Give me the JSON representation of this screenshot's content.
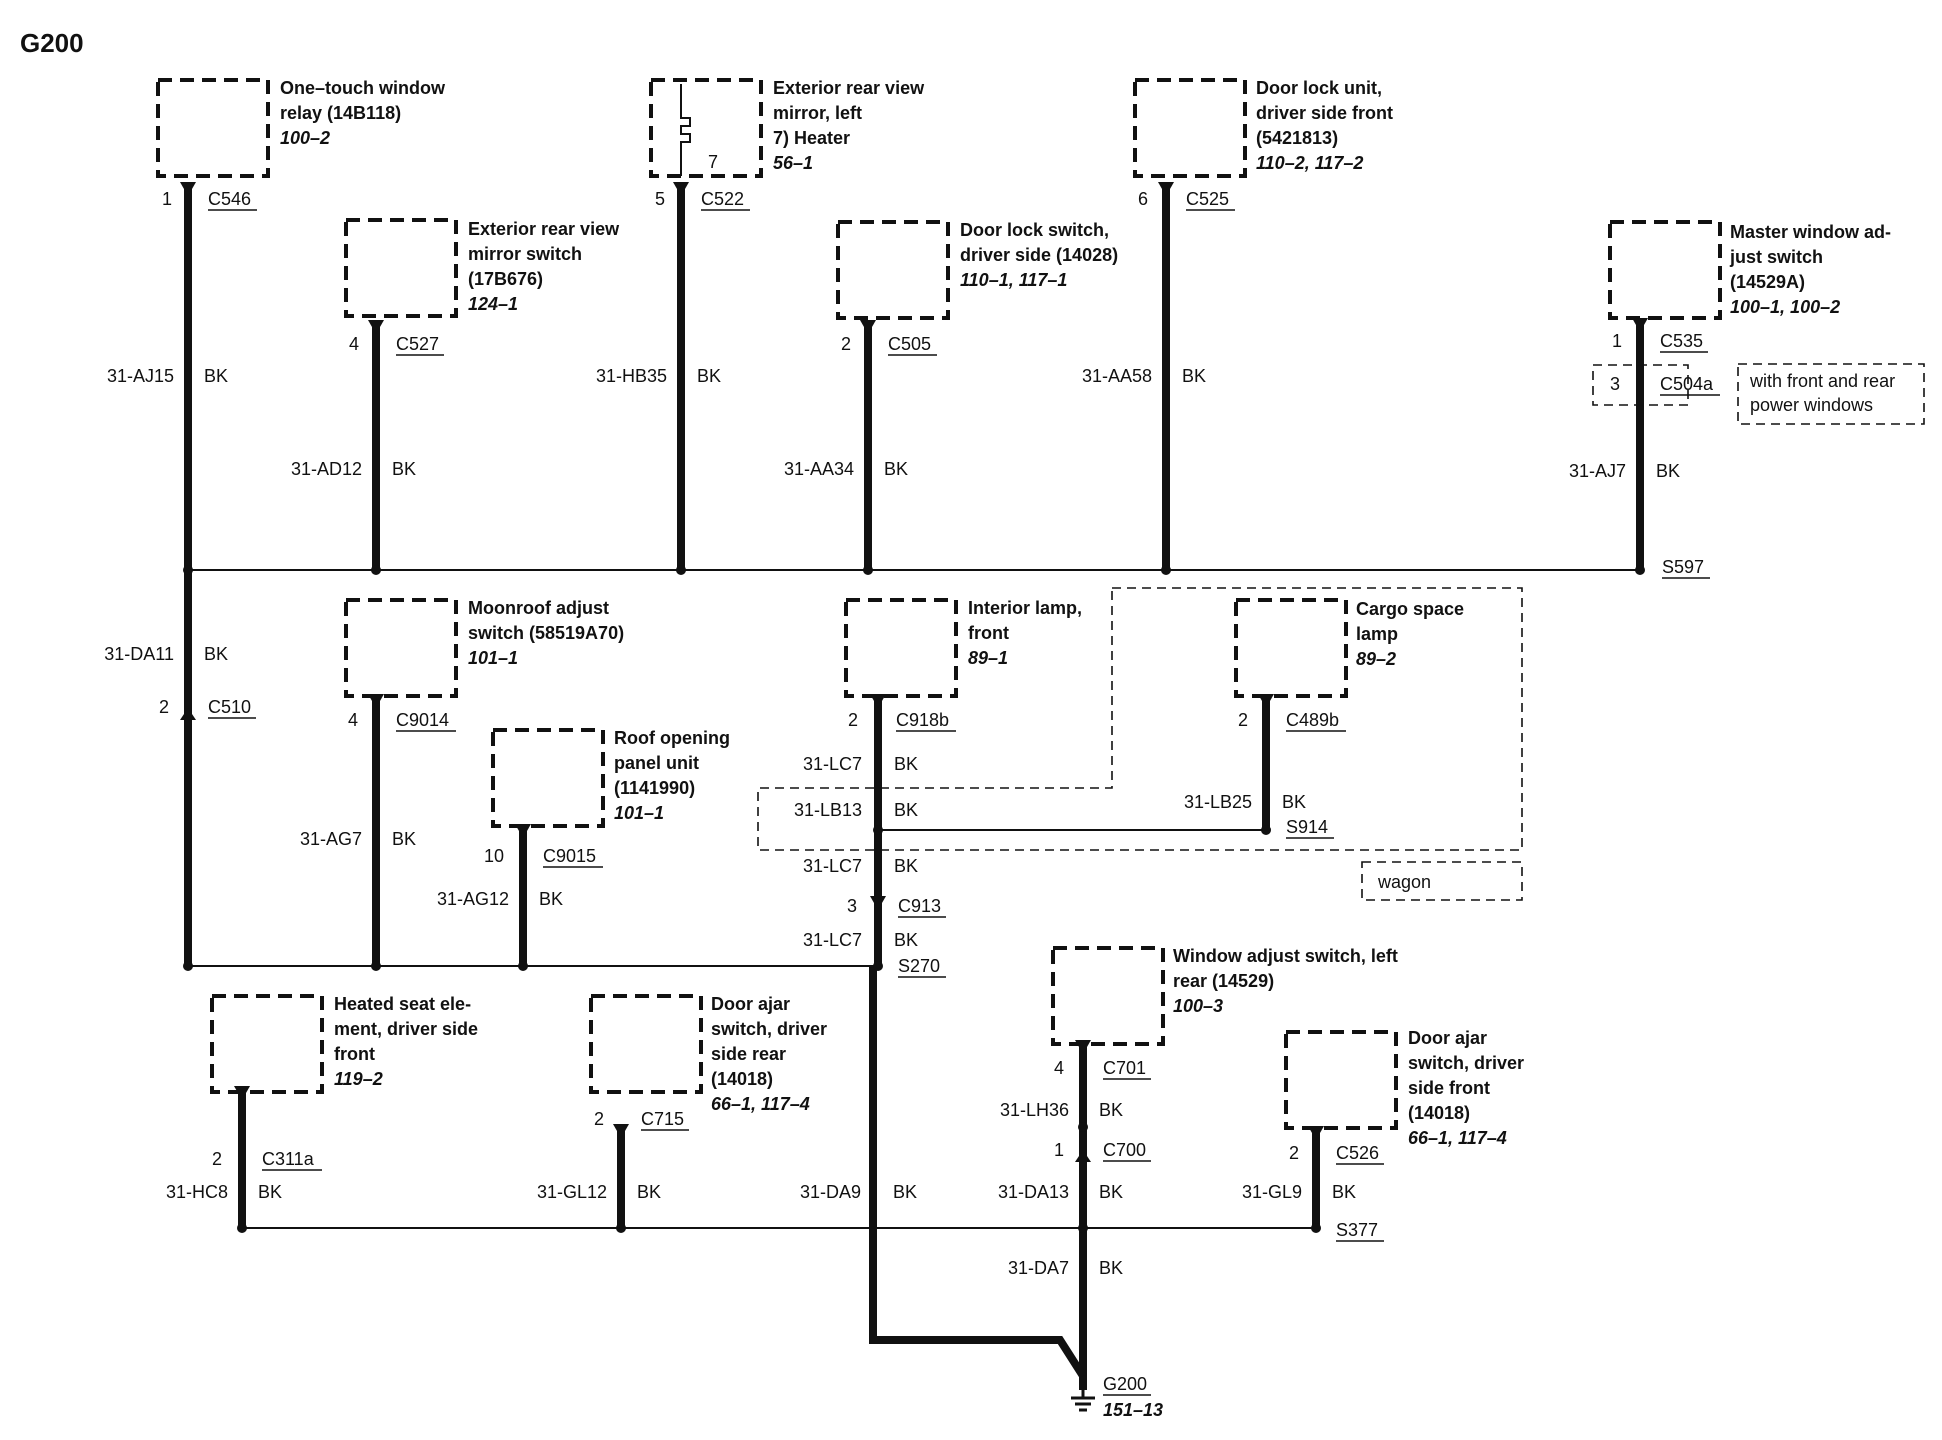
{
  "page_title": "G200",
  "components": {
    "one_touch_relay": {
      "lines": [
        "One–touch window",
        "relay (14B118)"
      ],
      "ref": "100–2"
    },
    "mirror_left": {
      "lines": [
        "Exterior rear view",
        "mirror, left",
        "7)  Heater"
      ],
      "ref": "56–1",
      "pin": "7"
    },
    "door_lock_unit": {
      "lines": [
        "Door lock unit,",
        "driver side front",
        "(5421813)"
      ],
      "ref": "110–2, 117–2"
    },
    "mirror_switch": {
      "lines": [
        "Exterior rear view",
        "mirror switch",
        "(17B676)"
      ],
      "ref": "124–1"
    },
    "door_lock_switch": {
      "lines": [
        "Door lock switch,",
        "driver side (14028)"
      ],
      "ref": "110–1, 117–1"
    },
    "master_window": {
      "lines": [
        "Master window ad-",
        "just switch",
        "(14529A)"
      ],
      "ref": "100–1, 100–2"
    },
    "moonroof_switch": {
      "lines": [
        "Moonroof adjust",
        "switch (58519A70)"
      ],
      "ref": "101–1"
    },
    "roof_panel": {
      "lines": [
        "Roof opening",
        "panel unit",
        "(1141990)"
      ],
      "ref": "101–1"
    },
    "interior_lamp": {
      "lines": [
        "Interior lamp,",
        "front"
      ],
      "ref": "89–1"
    },
    "cargo_lamp": {
      "lines": [
        "Cargo space",
        "lamp"
      ],
      "ref": "89–2"
    },
    "heated_seat": {
      "lines": [
        "Heated seat ele-",
        "ment, driver side",
        "front"
      ],
      "ref": "119–2"
    },
    "door_ajar_rear": {
      "lines": [
        "Door ajar",
        "switch, driver",
        "side rear",
        "(14018)"
      ],
      "ref": "66–1, 117–4"
    },
    "window_left_rear": {
      "lines": [
        "Window adjust switch, left",
        "rear (14529)"
      ],
      "ref": "100–3"
    },
    "door_ajar_front": {
      "lines": [
        "Door ajar",
        "switch, driver",
        "side front",
        "(14018)"
      ],
      "ref": "66–1, 117–4"
    }
  },
  "notes": {
    "front_rear_windows": [
      "with front and rear",
      "power windows"
    ],
    "wagon": "wagon"
  },
  "pins": {
    "c546": "1",
    "c522": "5",
    "c525": "6",
    "c527": "4",
    "c505": "2",
    "c535": "1",
    "c504a": "3",
    "c510": "2",
    "c9014": "4",
    "c9015": "10",
    "c918b": "2",
    "c489b": "2",
    "c913": "3",
    "c311a": "2",
    "c715": "2",
    "c701": "4",
    "c700": "1",
    "c526": "2"
  },
  "connectors": {
    "c546": "C546",
    "c522": "C522",
    "c525": "C525",
    "c527": "C527",
    "c505": "C505",
    "c535": "C535",
    "c504a": "C504a",
    "c510": "C510",
    "c9014": "C9014",
    "c9015": "C9015",
    "c918b": "C918b",
    "c489b": "C489b",
    "c913": "C913",
    "c311a": "C311a",
    "c715": "C715",
    "c701": "C701",
    "c700": "C700",
    "c526": "C526"
  },
  "splices": {
    "s597": "S597",
    "s914": "S914",
    "s270": "S270",
    "s377": "S377"
  },
  "wires": {
    "aj15": "31-AJ15",
    "hb35": "31-HB35",
    "aa58": "31-AA58",
    "ad12": "31-AD12",
    "aa34": "31-AA34",
    "aj7": "31-AJ7",
    "da11": "31-DA11",
    "ag7": "31-AG7",
    "ag12": "31-AG12",
    "lc7_a": "31-LC7",
    "lb13": "31-LB13",
    "lb25": "31-LB25",
    "lc7_b": "31-LC7",
    "lc7_c": "31-LC7",
    "hc8": "31-HC8",
    "gl12": "31-GL12",
    "da9": "31-DA9",
    "lh36": "31-LH36",
    "da13": "31-DA13",
    "gl9": "31-GL9",
    "da7": "31-DA7"
  },
  "wire_color": "BK",
  "ground": {
    "label": "G200",
    "ref": "151–13"
  }
}
